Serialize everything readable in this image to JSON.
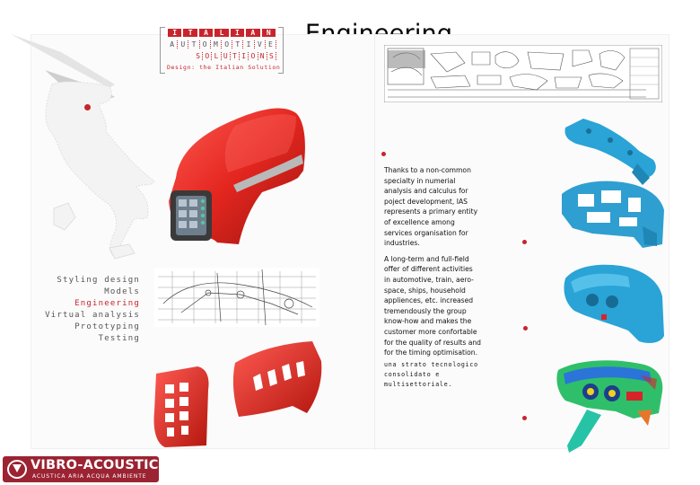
{
  "page": {
    "title": "Engineering"
  },
  "logo": {
    "line1": [
      "I",
      "T",
      "A",
      "L",
      "I",
      "A",
      "N"
    ],
    "line2": [
      "A",
      "U",
      "T",
      "O",
      "M",
      "O",
      "T",
      "I",
      "V",
      "E"
    ],
    "line3": [
      "S",
      "O",
      "L",
      "U",
      "T",
      "I",
      "O",
      "N",
      "S"
    ],
    "tagline": "Design: the Italian Solution"
  },
  "menu": {
    "items": [
      "Styling design",
      "Models",
      "Engineering",
      "Virtual analysis",
      "Prototyping",
      "Testing"
    ],
    "active": "Engineering"
  },
  "body": {
    "paragraph1": "Thanks to a non-common specialty in numerial analysis and calculus for poject development, IAS represents a primary entity of excellence among services organisation for industries.",
    "paragraph2": "A long-term and full-field offer of different activities in automotive, train, aero-space, ships, household appliences, etc. increased tremendously the group know-how and makes the customer more confortable for the quality of results and for the timing optimisation.",
    "paragraph3": "una strato tecnologico consolidato e multisettoriale."
  },
  "footer_logo": {
    "name": "VIBRO-ACOUSTIC",
    "subtitle": "ACUSTICA ARIA ACQUA AMBIENTE"
  },
  "colors": {
    "accent": "#c8242b",
    "blue_part": "#2aa3d6",
    "footer_brand": "#9b2332"
  },
  "icons": [
    "italy-map-icon",
    "tractor-hood-icon",
    "blue-dashboard-part-icon",
    "colored-fem-dashboard-icon"
  ]
}
